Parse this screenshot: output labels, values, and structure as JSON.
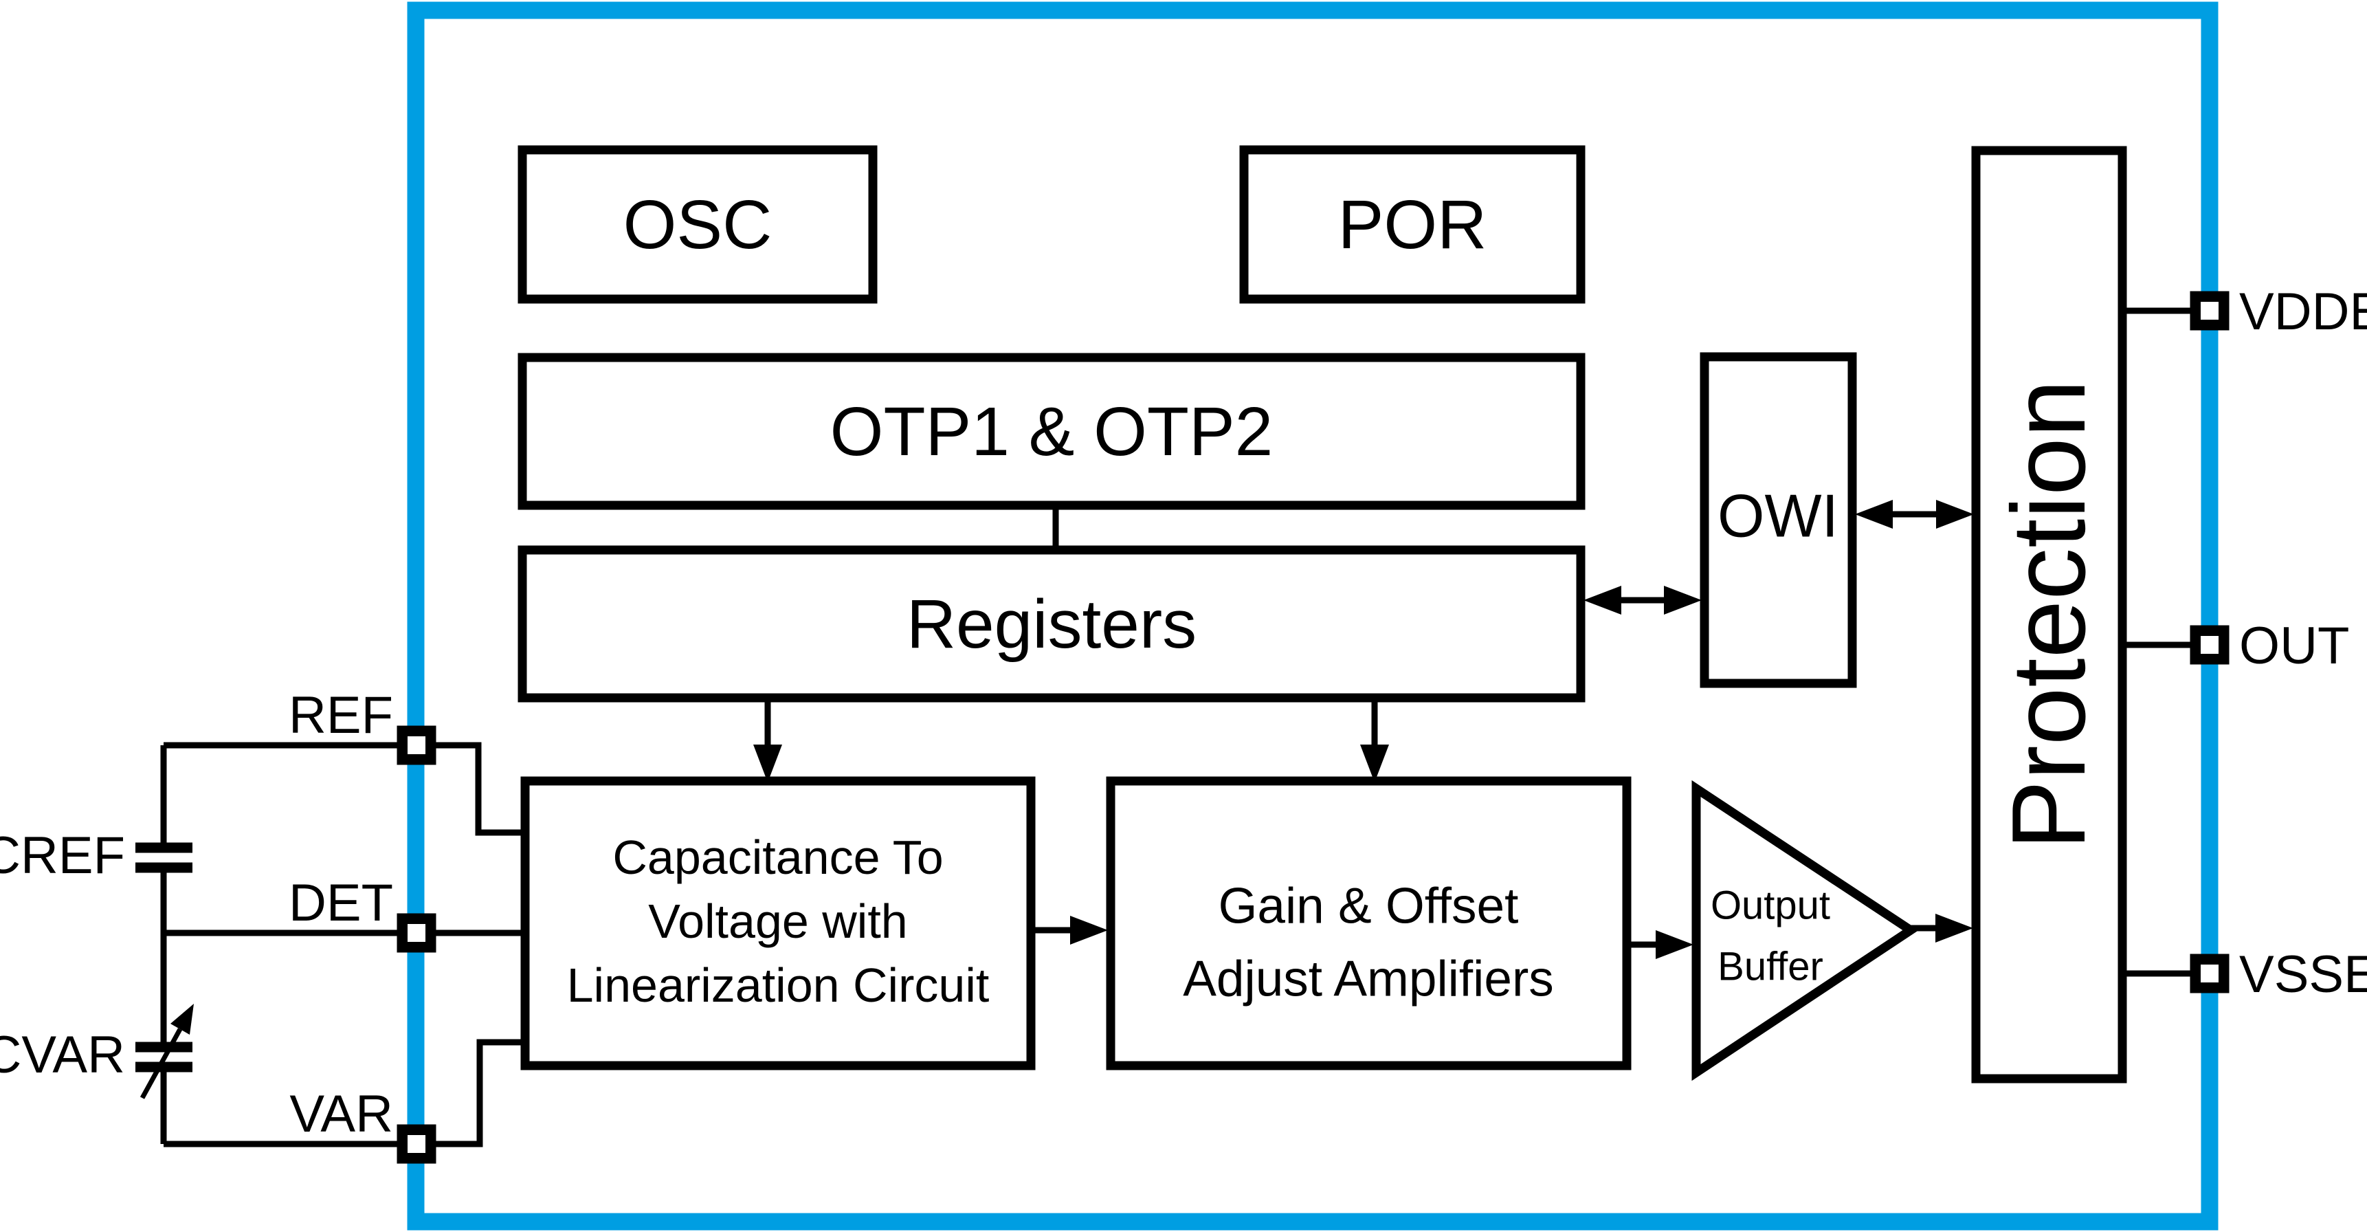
{
  "colors": {
    "chip_border": "#009EE2",
    "line": "#000000",
    "background": "#FFFFFF"
  },
  "blocks": {
    "osc": {
      "label": "OSC"
    },
    "por": {
      "label": "POR"
    },
    "otp": {
      "label": "OTP1 & OTP2"
    },
    "registers": {
      "label": "Registers"
    },
    "owi": {
      "label": "OWI"
    },
    "protection": {
      "label": "Protection"
    },
    "c2v": {
      "lines": [
        "Capacitance To",
        "Voltage with",
        "Linearization Circuit"
      ]
    },
    "gain_offset": {
      "lines": [
        "Gain & Offset",
        "Adjust Amplifiers"
      ]
    },
    "output_buffer": {
      "lines": [
        "Output",
        "Buffer"
      ]
    }
  },
  "pins": {
    "left": [
      {
        "name": "REF"
      },
      {
        "name": "DET"
      },
      {
        "name": "VAR"
      }
    ],
    "right": [
      {
        "name": "VDDE"
      },
      {
        "name": "OUT"
      },
      {
        "name": "VSSE"
      }
    ]
  },
  "external_components": {
    "cref": {
      "label": "CREF",
      "type": "fixed-capacitor"
    },
    "cvar": {
      "label": "CVAR",
      "type": "variable-capacitor"
    }
  }
}
